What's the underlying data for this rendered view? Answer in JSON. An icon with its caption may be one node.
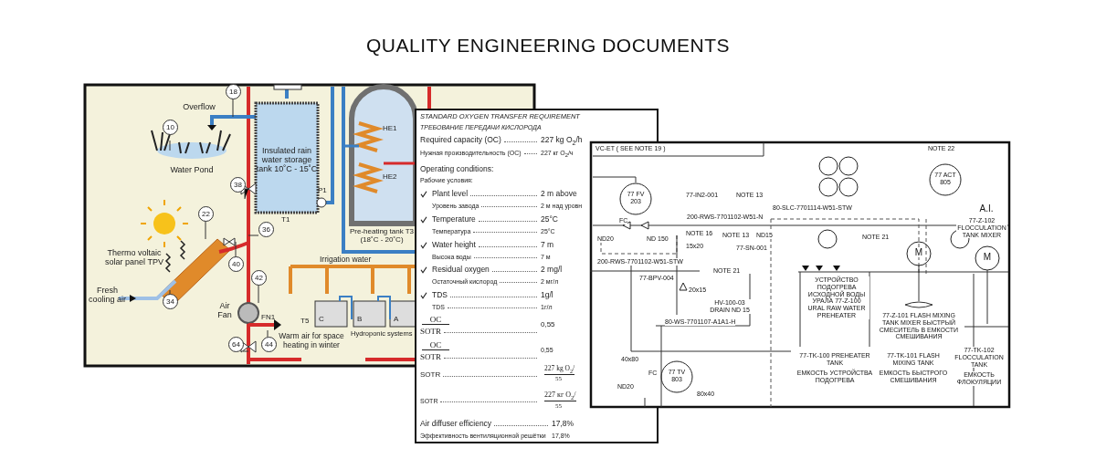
{
  "diagram": {
    "title": "QUALITY ENGINEERING DOCUMENTS",
    "labels": [
      "18",
      "Overflow",
      "10",
      "Water Pond",
      "Insulated rain water storage tank 10˚C - 15˚C",
      "T1",
      "P1",
      "HE1",
      "HE2",
      "Pre-heating tank T3 (18˚C - 20˚C)",
      "38",
      "36",
      "22",
      "Thermo voltaic solar panel TPV",
      "40",
      "Irrigation water",
      "42",
      "Fresh cooling air",
      "34",
      "Air Fan",
      "FN1",
      "T5",
      "C",
      "B",
      "A",
      "Hydroponic systems",
      "Warm air for space heating in winter",
      "64",
      "44",
      "STANDARD OXYGEN TRANSFER REQUIREMENT",
      "ТРЕБОВАНИЕ ПЕРЕДАЧИ КИСЛОРОДА",
      "Required capacity (OC)",
      "227 kg O$_{2}$/h",
      "Нужная производительность (OC)",
      "227 кг O$_{2}$/ч",
      "Operating conditions:",
      "Рабочие условия:",
      "Plant level",
      "2 m above",
      "Уровень завода",
      "2 м над уровн",
      "Temperature",
      "25°C",
      "Температура",
      "25°C",
      "Water height",
      "7 m",
      "Высока воды",
      "7 м",
      "Residual oxygen",
      "2 mg/l",
      "Остаточный кислород",
      "2 мг/л",
      "TDS",
      "1g/l",
      "TDS",
      "1г/л",
      "OC",
      "SOTR",
      "0,55",
      "OC",
      "SOTR",
      "0,55",
      "SOTR",
      "227 kg O$_{2}$/",
      "55",
      "SOTR",
      "227 кг O$_{2}$/",
      "55",
      "Air diffuser efficiency",
      "17,8%",
      "Эффективность вентиляционной решётки",
      "17,8%",
      "VC-ET ( SEE NOTE 19 )",
      "77 FV 203",
      "FC",
      "ND20",
      "ND 150",
      "200-RWS-7701102-W51-STW",
      "77-IN2-001",
      "NOTE 13",
      "200-RWS-7701102-W51-N",
      "80-SLC-7701114-W51-STW",
      "NOTE 16",
      "15x20",
      "NOTE 13",
      "ND15",
      "77-SN-001",
      "77-BPV-004",
      "NOTE 21",
      "20x15",
      "HV-100-03 DRAIN ND 15",
      "80-WS-7701107-A1A1-H",
      "40x80",
      "FC",
      "77 TV 803",
      "ND20",
      "80x40",
      "УСТРОЙСТВО ПОДОГРЕВА ИСХОДНОЙ ВОДЫ УРАЛА 77-Z-100 URAL RAW WATER PREHEATER",
      "77-TK-100 PREHEATER TANK",
      "ЕМКОСТЬ УСТРОЙСТВА ПОДОГРЕВА",
      "NOTE 22",
      "77 ACT 805",
      "NOTE 21",
      "M",
      "77-Z-101 FLASH MIXING TANK MIXER БЫСТРЫЙ СМЕСИТЕЛЬ В ЕМКОСТИ СМЕШИВАНИЯ",
      "A.I.",
      "77-Z-102 FLOCCULATION TANK MIXER",
      "M",
      "77-TK-101 FLASH MIXING TANK",
      "ЕМКОСТЬ БЫСТРОГО СМЕШИВАНИЯ",
      "77-TK-102 FLOCCULATION TANK",
      "ЕМКОСТЬ ФЛОКУЛЯЦИИ"
    ]
  }
}
